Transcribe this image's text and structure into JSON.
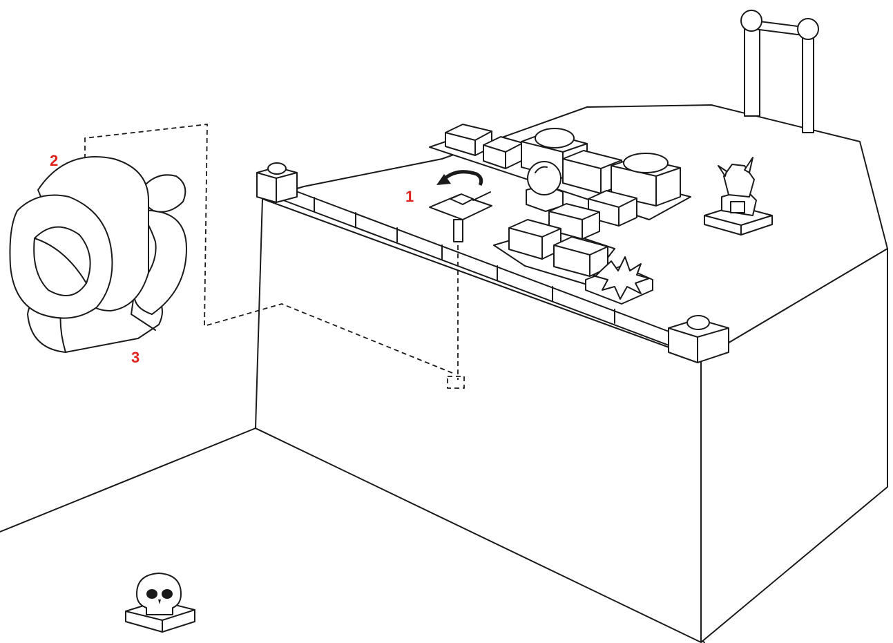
{
  "callouts": [
    {
      "id": "1",
      "text": "1",
      "color": "#e0231d"
    },
    {
      "id": "2",
      "text": "2",
      "color": "#e0231d"
    },
    {
      "id": "3",
      "text": "3",
      "color": "#e0231d"
    }
  ],
  "colors": {
    "ink": "#1a1a1a",
    "paper": "#ffffff",
    "callout": "#e0231d"
  },
  "icons": [
    "rotate-arrow-icon",
    "skull-icon",
    "lever-switch-icon",
    "spike-trap-icon",
    "goblin-statue-icon"
  ]
}
